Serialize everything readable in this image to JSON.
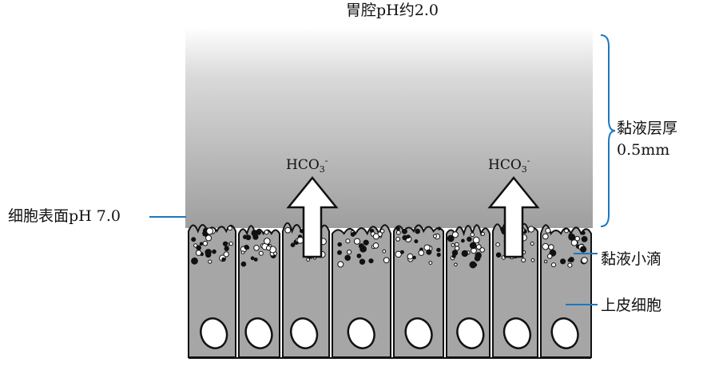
{
  "labels": {
    "stomach_lumen": "胃腔pH约2.0",
    "mucus_thickness_line1": "黏液层厚",
    "mucus_thickness_line2": "0.5mm",
    "cell_surface": "细胞表面pH 7.0",
    "mucus_droplet": "黏液小滴",
    "epithelial_cell": "上皮细胞"
  },
  "secretion": {
    "ion_base": "HCO",
    "ion_sub": "3",
    "ion_sup": "-"
  },
  "colors": {
    "lumen_gradient_top": "#ffffff",
    "lumen_gradient_bottom": "#9c9c9c",
    "cell_fill": "#a6a6a6",
    "outline": "#111111"
  }
}
